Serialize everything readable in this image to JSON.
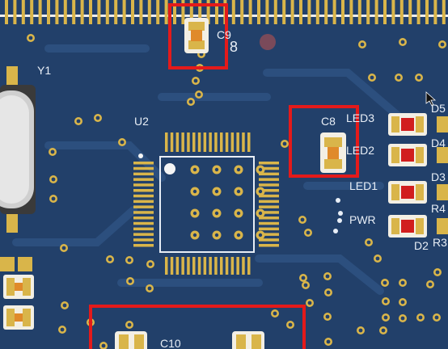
{
  "colors": {
    "board": "#22406a",
    "trace": "#2c4f7e",
    "pad_gold": "#d9b54a",
    "silkscreen": "#e8eef6",
    "highlight": "#e41a1a",
    "led_red": "#d11e1e",
    "smd_orange": "#e08a2a"
  },
  "labels": {
    "y1": "Y1",
    "u2": "U2",
    "c9": "C9",
    "c9_suffix": "8",
    "c8": "C8",
    "c10": "C10",
    "led3": "LED3",
    "led2": "LED2",
    "led1": "LED1",
    "pwr": "PWR",
    "d5": "D5",
    "d4": "D4",
    "d3": "D3",
    "r4": "R4",
    "d2": "D2",
    "r3": "R3"
  }
}
